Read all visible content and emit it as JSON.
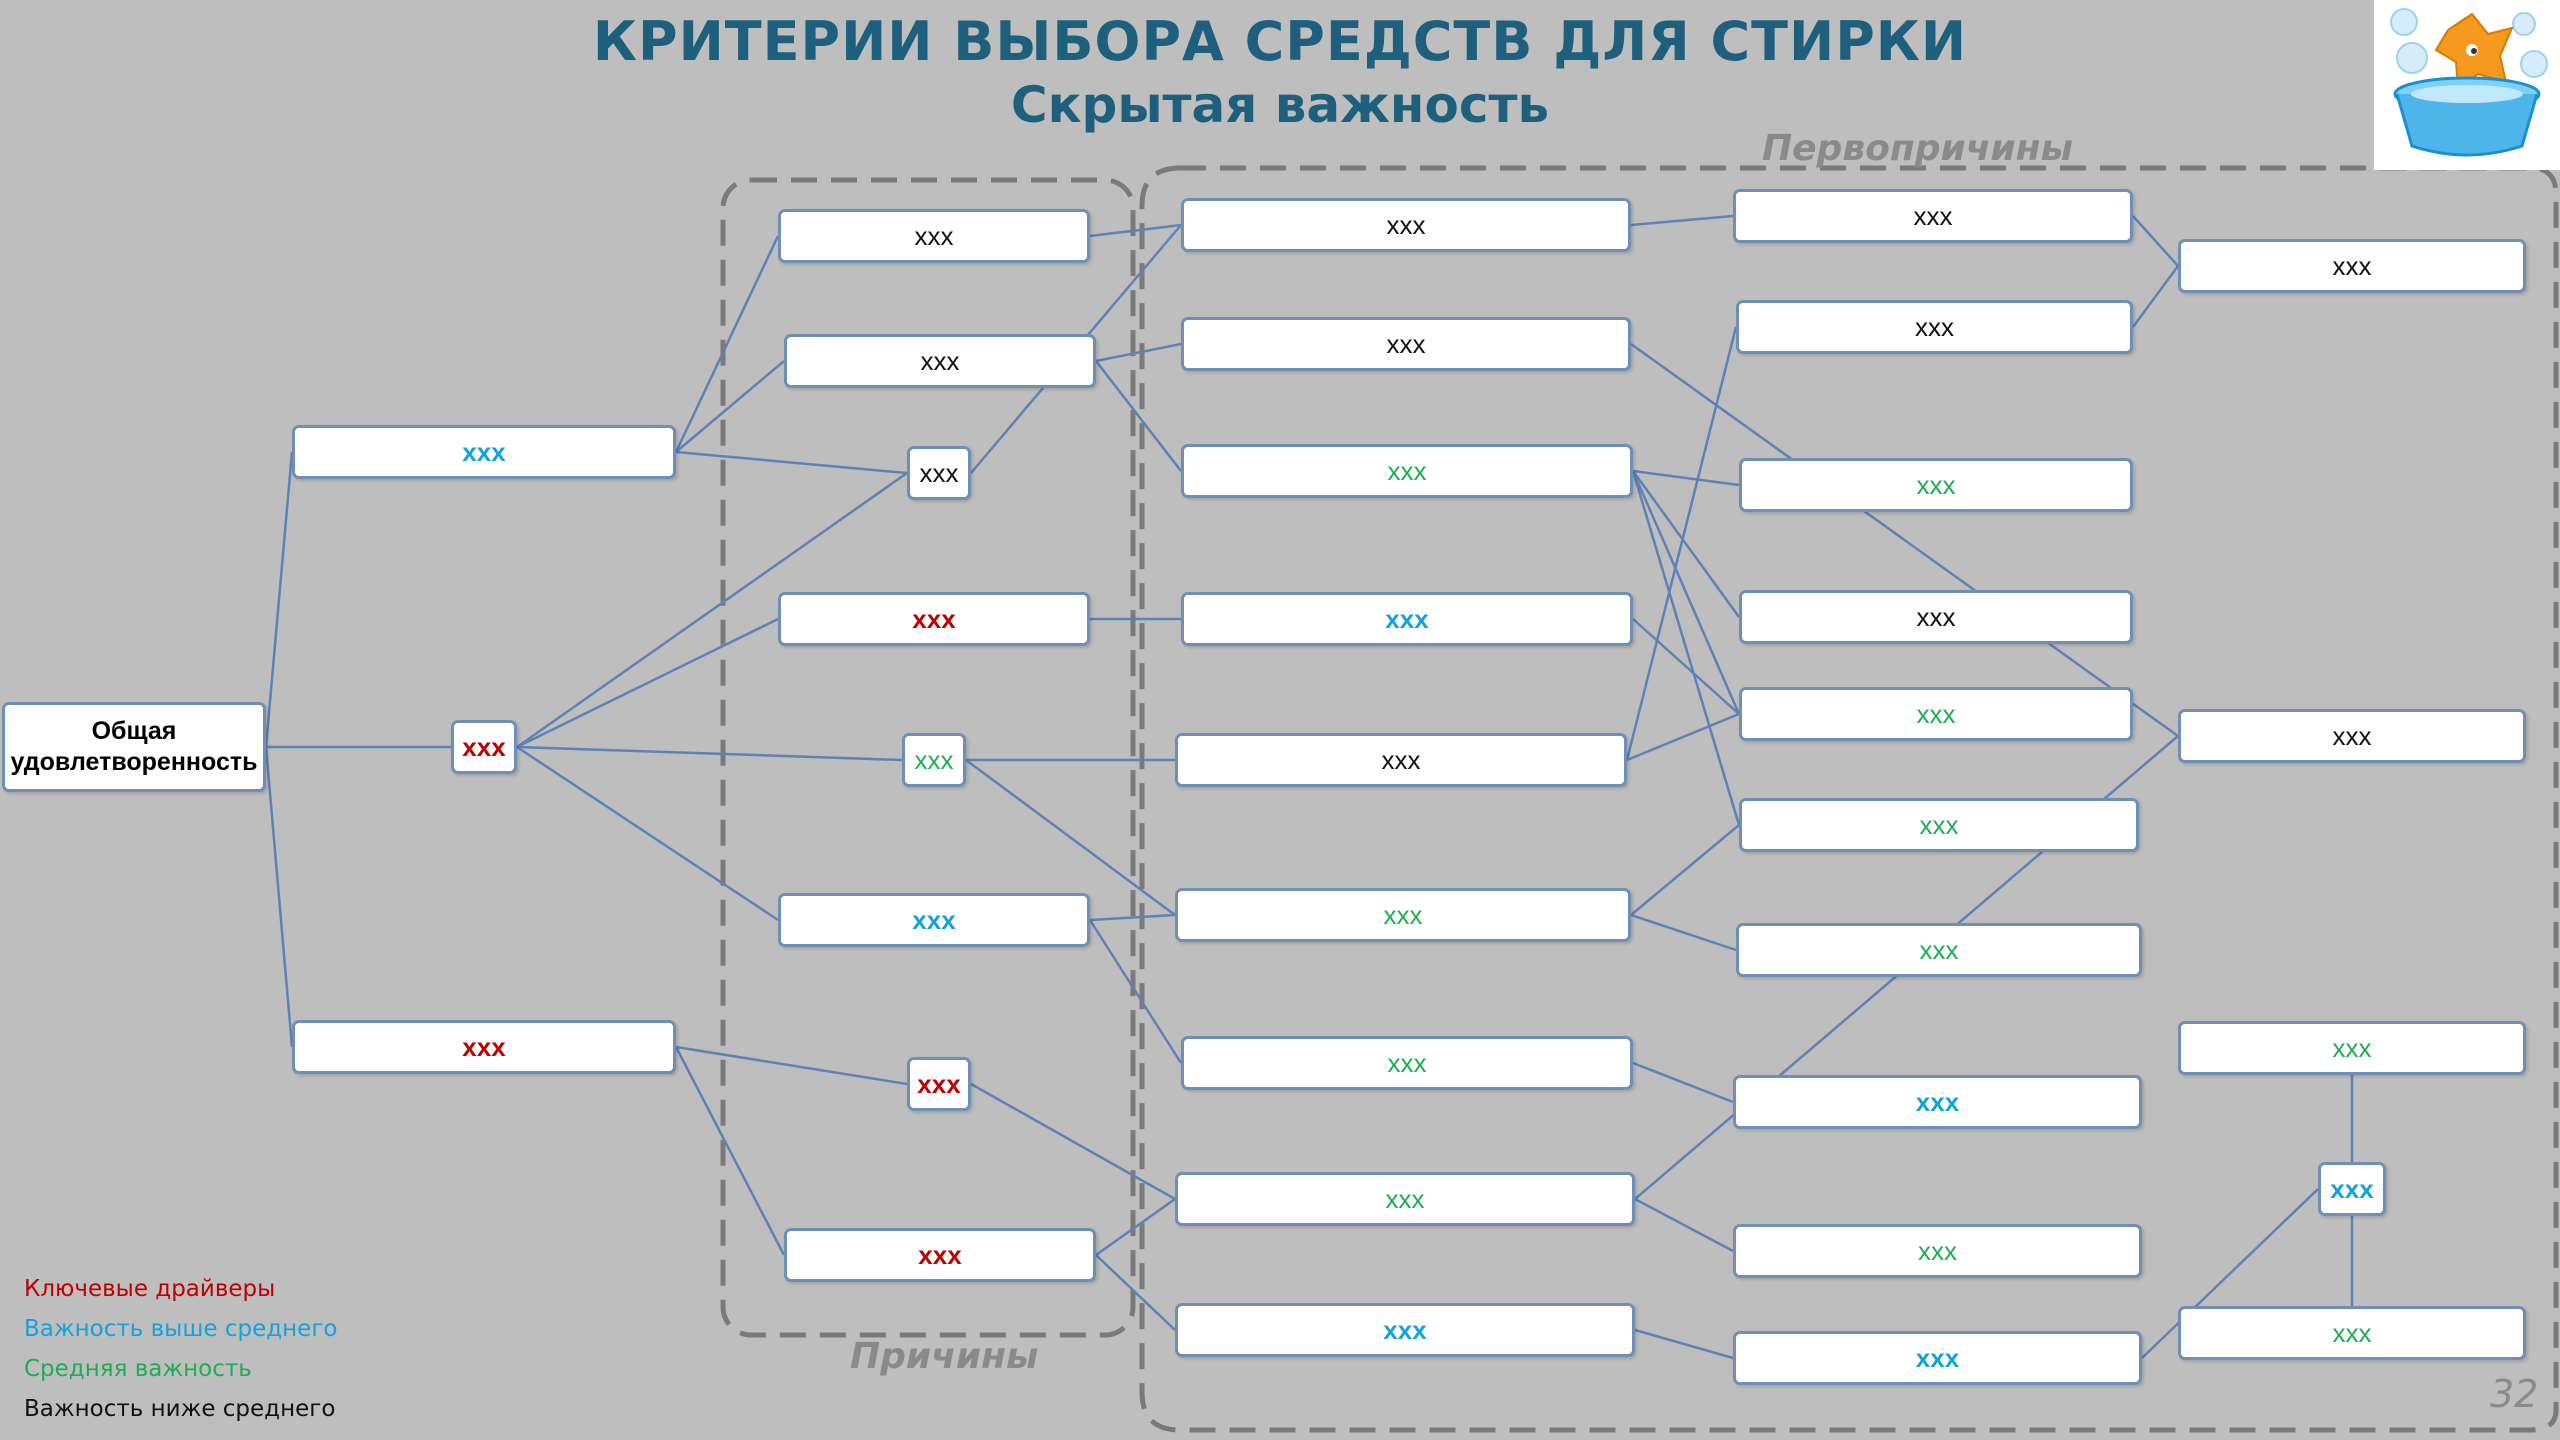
{
  "title": "КРИТЕРИИ ВЫБОРА СРЕДСТВ ДЛЯ СТИРКИ",
  "subtitle": "Скрытая важность",
  "areas": {
    "causes": "Причины",
    "root_causes": "Первопричины"
  },
  "page_number": "32",
  "colors": {
    "red": "#c00000",
    "blue": "#13a2dd",
    "green": "#1fad52",
    "black": "#111111",
    "title": "#1d5f7c",
    "line": "#5d82b7"
  },
  "legend": [
    {
      "label": "Ключевые драйверы",
      "color": "red"
    },
    {
      "label": "Важность выше среднего",
      "color": "blue"
    },
    {
      "label": "Средняя важность",
      "color": "green"
    },
    {
      "label": "Важность ниже среднего",
      "color": "black"
    }
  ],
  "logo_icon": "laundry-basin-icon",
  "nodes": {
    "root": {
      "label": "Общая удовлетворенность",
      "color": "black"
    },
    "l1a": {
      "label": "ххх",
      "color": "blue"
    },
    "l1b": {
      "label": "ххх",
      "color": "red"
    },
    "l1c": {
      "label": "ххх",
      "color": "red"
    },
    "c1": {
      "label": "ххх",
      "color": "black"
    },
    "c2": {
      "label": "ххх",
      "color": "black"
    },
    "c3": {
      "label": "ххх",
      "color": "black"
    },
    "c4": {
      "label": "ххх",
      "color": "red"
    },
    "c5": {
      "label": "ххх",
      "color": "green"
    },
    "c6": {
      "label": "ххх",
      "color": "blue"
    },
    "c7": {
      "label": "ххх",
      "color": "red"
    },
    "c8": {
      "label": "ххх",
      "color": "red"
    },
    "m1": {
      "label": "ххх",
      "color": "black"
    },
    "m2": {
      "label": "ххх",
      "color": "black"
    },
    "m3": {
      "label": "ххх",
      "color": "green"
    },
    "m4": {
      "label": "ххх",
      "color": "blue"
    },
    "m5": {
      "label": "ххх",
      "color": "black"
    },
    "m6": {
      "label": "ххх",
      "color": "green"
    },
    "m7": {
      "label": "ххх",
      "color": "green"
    },
    "m8": {
      "label": "ххх",
      "color": "green"
    },
    "m9": {
      "label": "ххх",
      "color": "blue"
    },
    "p1": {
      "label": "ххх",
      "color": "black"
    },
    "p2": {
      "label": "ххх",
      "color": "black"
    },
    "p3": {
      "label": "ххх",
      "color": "green"
    },
    "p4": {
      "label": "ххх",
      "color": "black"
    },
    "p5": {
      "label": "ххх",
      "color": "green"
    },
    "p6": {
      "label": "ххх",
      "color": "green"
    },
    "p7": {
      "label": "ххх",
      "color": "green"
    },
    "p8": {
      "label": "ххх",
      "color": "blue"
    },
    "p9": {
      "label": "ххх",
      "color": "green"
    },
    "p10": {
      "label": "ххх",
      "color": "blue"
    },
    "q1": {
      "label": "ххх",
      "color": "black"
    },
    "q2": {
      "label": "ххх",
      "color": "black"
    },
    "q3": {
      "label": "ххх",
      "color": "green"
    },
    "q4": {
      "label": "ххх",
      "color": "blue"
    },
    "q5": {
      "label": "ххх",
      "color": "green"
    }
  },
  "edges": [
    [
      "root",
      "l1a"
    ],
    [
      "root",
      "l1b"
    ],
    [
      "root",
      "l1c"
    ],
    [
      "l1a",
      "c1"
    ],
    [
      "l1a",
      "c2"
    ],
    [
      "l1a",
      "c3"
    ],
    [
      "l1b",
      "c3"
    ],
    [
      "l1b",
      "c4"
    ],
    [
      "l1b",
      "c5"
    ],
    [
      "l1b",
      "c6"
    ],
    [
      "l1c",
      "c7"
    ],
    [
      "l1c",
      "c8"
    ],
    [
      "c1",
      "m1"
    ],
    [
      "c2",
      "m2"
    ],
    [
      "c2",
      "m3"
    ],
    [
      "c3",
      "m1"
    ],
    [
      "c4",
      "m4"
    ],
    [
      "c5",
      "m5"
    ],
    [
      "c5",
      "m6"
    ],
    [
      "c6",
      "m6"
    ],
    [
      "c6",
      "m7"
    ],
    [
      "c7",
      "m8"
    ],
    [
      "c8",
      "m8"
    ],
    [
      "c8",
      "m9"
    ],
    [
      "m1",
      "p1"
    ],
    [
      "m2",
      "q2"
    ],
    [
      "m3",
      "p3"
    ],
    [
      "m3",
      "p4"
    ],
    [
      "m3",
      "p5"
    ],
    [
      "m3",
      "p6"
    ],
    [
      "m4",
      "p5"
    ],
    [
      "m5",
      "p2"
    ],
    [
      "m5",
      "p5"
    ],
    [
      "m6",
      "p6"
    ],
    [
      "m6",
      "p7"
    ],
    [
      "m7",
      "p8"
    ],
    [
      "m8",
      "p9"
    ],
    [
      "m8",
      "q2"
    ],
    [
      "m9",
      "p10"
    ],
    [
      "p1",
      "q1"
    ],
    [
      "p2",
      "q1"
    ],
    [
      "p10",
      "q4"
    ],
    [
      "q4",
      "q3"
    ],
    [
      "q4",
      "q5"
    ]
  ]
}
